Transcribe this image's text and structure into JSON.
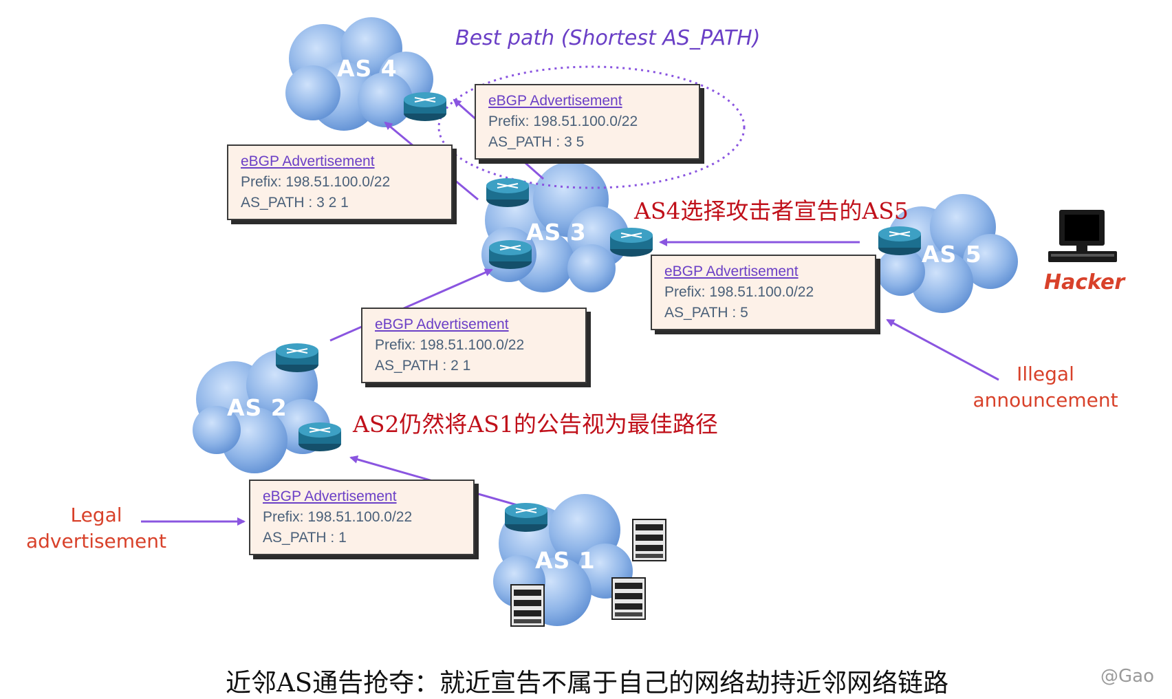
{
  "best_path_label": "Best path (Shortest AS_PATH)",
  "clouds": {
    "as4": "AS 4",
    "as3": "AS 3",
    "as5": "AS 5",
    "as2": "AS 2",
    "as1": "AS 1"
  },
  "advertisements": {
    "as5_to_as4": {
      "title": "eBGP Advertisement",
      "prefix": "Prefix: 198.51.100.0/22",
      "as_path": "AS_PATH : 3 5"
    },
    "as3_to_as4": {
      "title": "eBGP Advertisement",
      "prefix": "Prefix: 198.51.100.0/22",
      "as_path": "AS_PATH : 3 2 1"
    },
    "as5_to_as3": {
      "title": "eBGP Advertisement",
      "prefix": "Prefix: 198.51.100.0/22",
      "as_path": "AS_PATH : 5"
    },
    "as2_to_as3": {
      "title": "eBGP Advertisement",
      "prefix": "Prefix: 198.51.100.0/22",
      "as_path": "AS_PATH : 2 1"
    },
    "as1_to_as2": {
      "title": "eBGP Advertisement",
      "prefix": "Prefix: 198.51.100.0/22",
      "as_path": "AS_PATH : 1"
    }
  },
  "notes": {
    "as4_choice": "AS4选择攻击者宣告的AS5",
    "as2_choice": "AS2仍然将AS1的公告视为最佳路径"
  },
  "labels": {
    "hacker": "Hacker",
    "illegal_line1": "Illegal",
    "illegal_line2": "announcement",
    "legal_line1": "Legal",
    "legal_line2": "advertisement"
  },
  "caption": "近邻AS通告抢夺：就近宣告不属于自己的网络劫持近邻网络链路",
  "watermark": "@Gao",
  "colors": {
    "cloud": "#8fb5e8",
    "arrow": "#8a55e0",
    "router": "#1c6f8f",
    "red_note": "#c0101a",
    "label_red": "#d8412a"
  }
}
